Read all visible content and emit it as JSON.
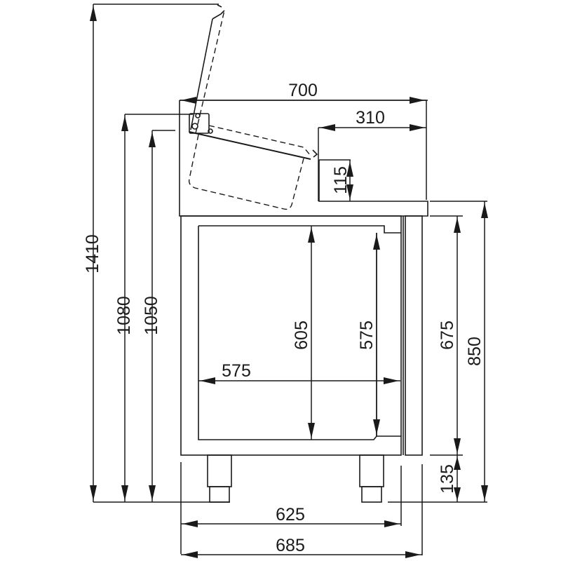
{
  "drawing": {
    "title": "Side view technical drawing with dimensions (mm)",
    "line_color": "#1a1a1a",
    "background": "#ffffff"
  },
  "dimensions": {
    "overall_height_lid_open": "1410",
    "height_to_hinge": "1080",
    "height_to_top_surface": "1050",
    "top_depth": "700",
    "worktop_depth": "310",
    "pan_drop": "115",
    "interior_height": "605",
    "door_inner_height": "575",
    "interior_depth": "575",
    "cabinet_height": "675",
    "counter_height": "850",
    "leg_height": "135",
    "cabinet_depth": "625",
    "overall_depth": "685"
  }
}
